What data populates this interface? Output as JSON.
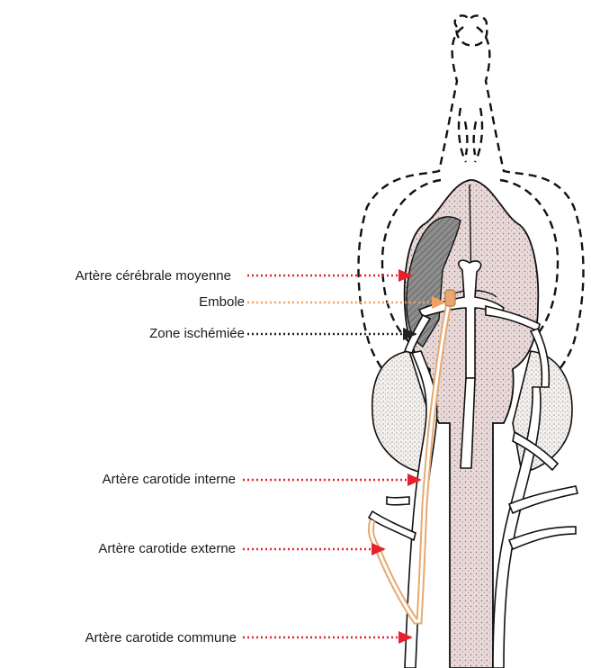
{
  "labels": {
    "middle_cerebral_artery": "Artère cérébrale moyenne",
    "embolus": "Embole",
    "ischemic_zone": "Zone ischémiée",
    "internal_carotid": "Artère carotide interne",
    "external_carotid": "Artère carotide externe",
    "common_carotid": "Artère carotide commune"
  },
  "colors": {
    "arrow_red": "#e8202a",
    "arrow_orange": "#f0a060",
    "arrow_black": "#222222",
    "brain_fill": "#e6d3d3",
    "ischemic_fill": "#8a8a8a",
    "artery_highlight": "#e8a870",
    "outline": "#111111"
  }
}
